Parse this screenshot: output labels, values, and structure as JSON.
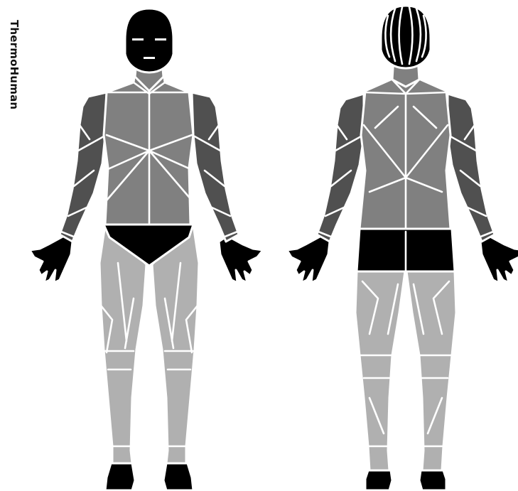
{
  "brand": "ThermoHuman",
  "colors": {
    "background": "#ffffff",
    "head_hands_feet_briefs": "#000000",
    "arms": "#505050",
    "torso": "#808080",
    "legs": "#b0b0b0",
    "seams": "#ffffff"
  },
  "views": [
    {
      "id": "front",
      "head": "face",
      "features": [
        "eyes",
        "mouth"
      ]
    },
    {
      "id": "back",
      "head": "hair-stripes"
    }
  ]
}
